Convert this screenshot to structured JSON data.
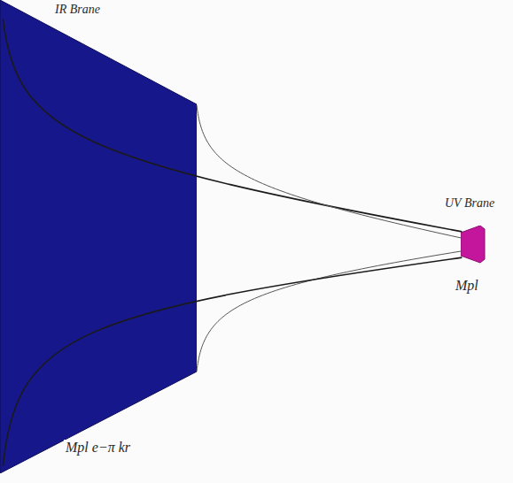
{
  "diagram": {
    "nodes": [
      {
        "text": [
          "IR Brane",
          "Mpl e−π kr"
        ]
      },
      {
        "text": [
          "UV Brane",
          "Mpl"
        ]
      }
    ],
    "edges": [
      {
        "from": 0,
        "to": 1,
        "arrow": "none"
      },
      {
        "from": 0,
        "to": 1,
        "arrow": "none"
      },
      {
        "from": 0,
        "to": 1,
        "arrow": "none"
      },
      {
        "from": 0,
        "to": 1,
        "arrow": "none"
      }
    ]
  }
}
